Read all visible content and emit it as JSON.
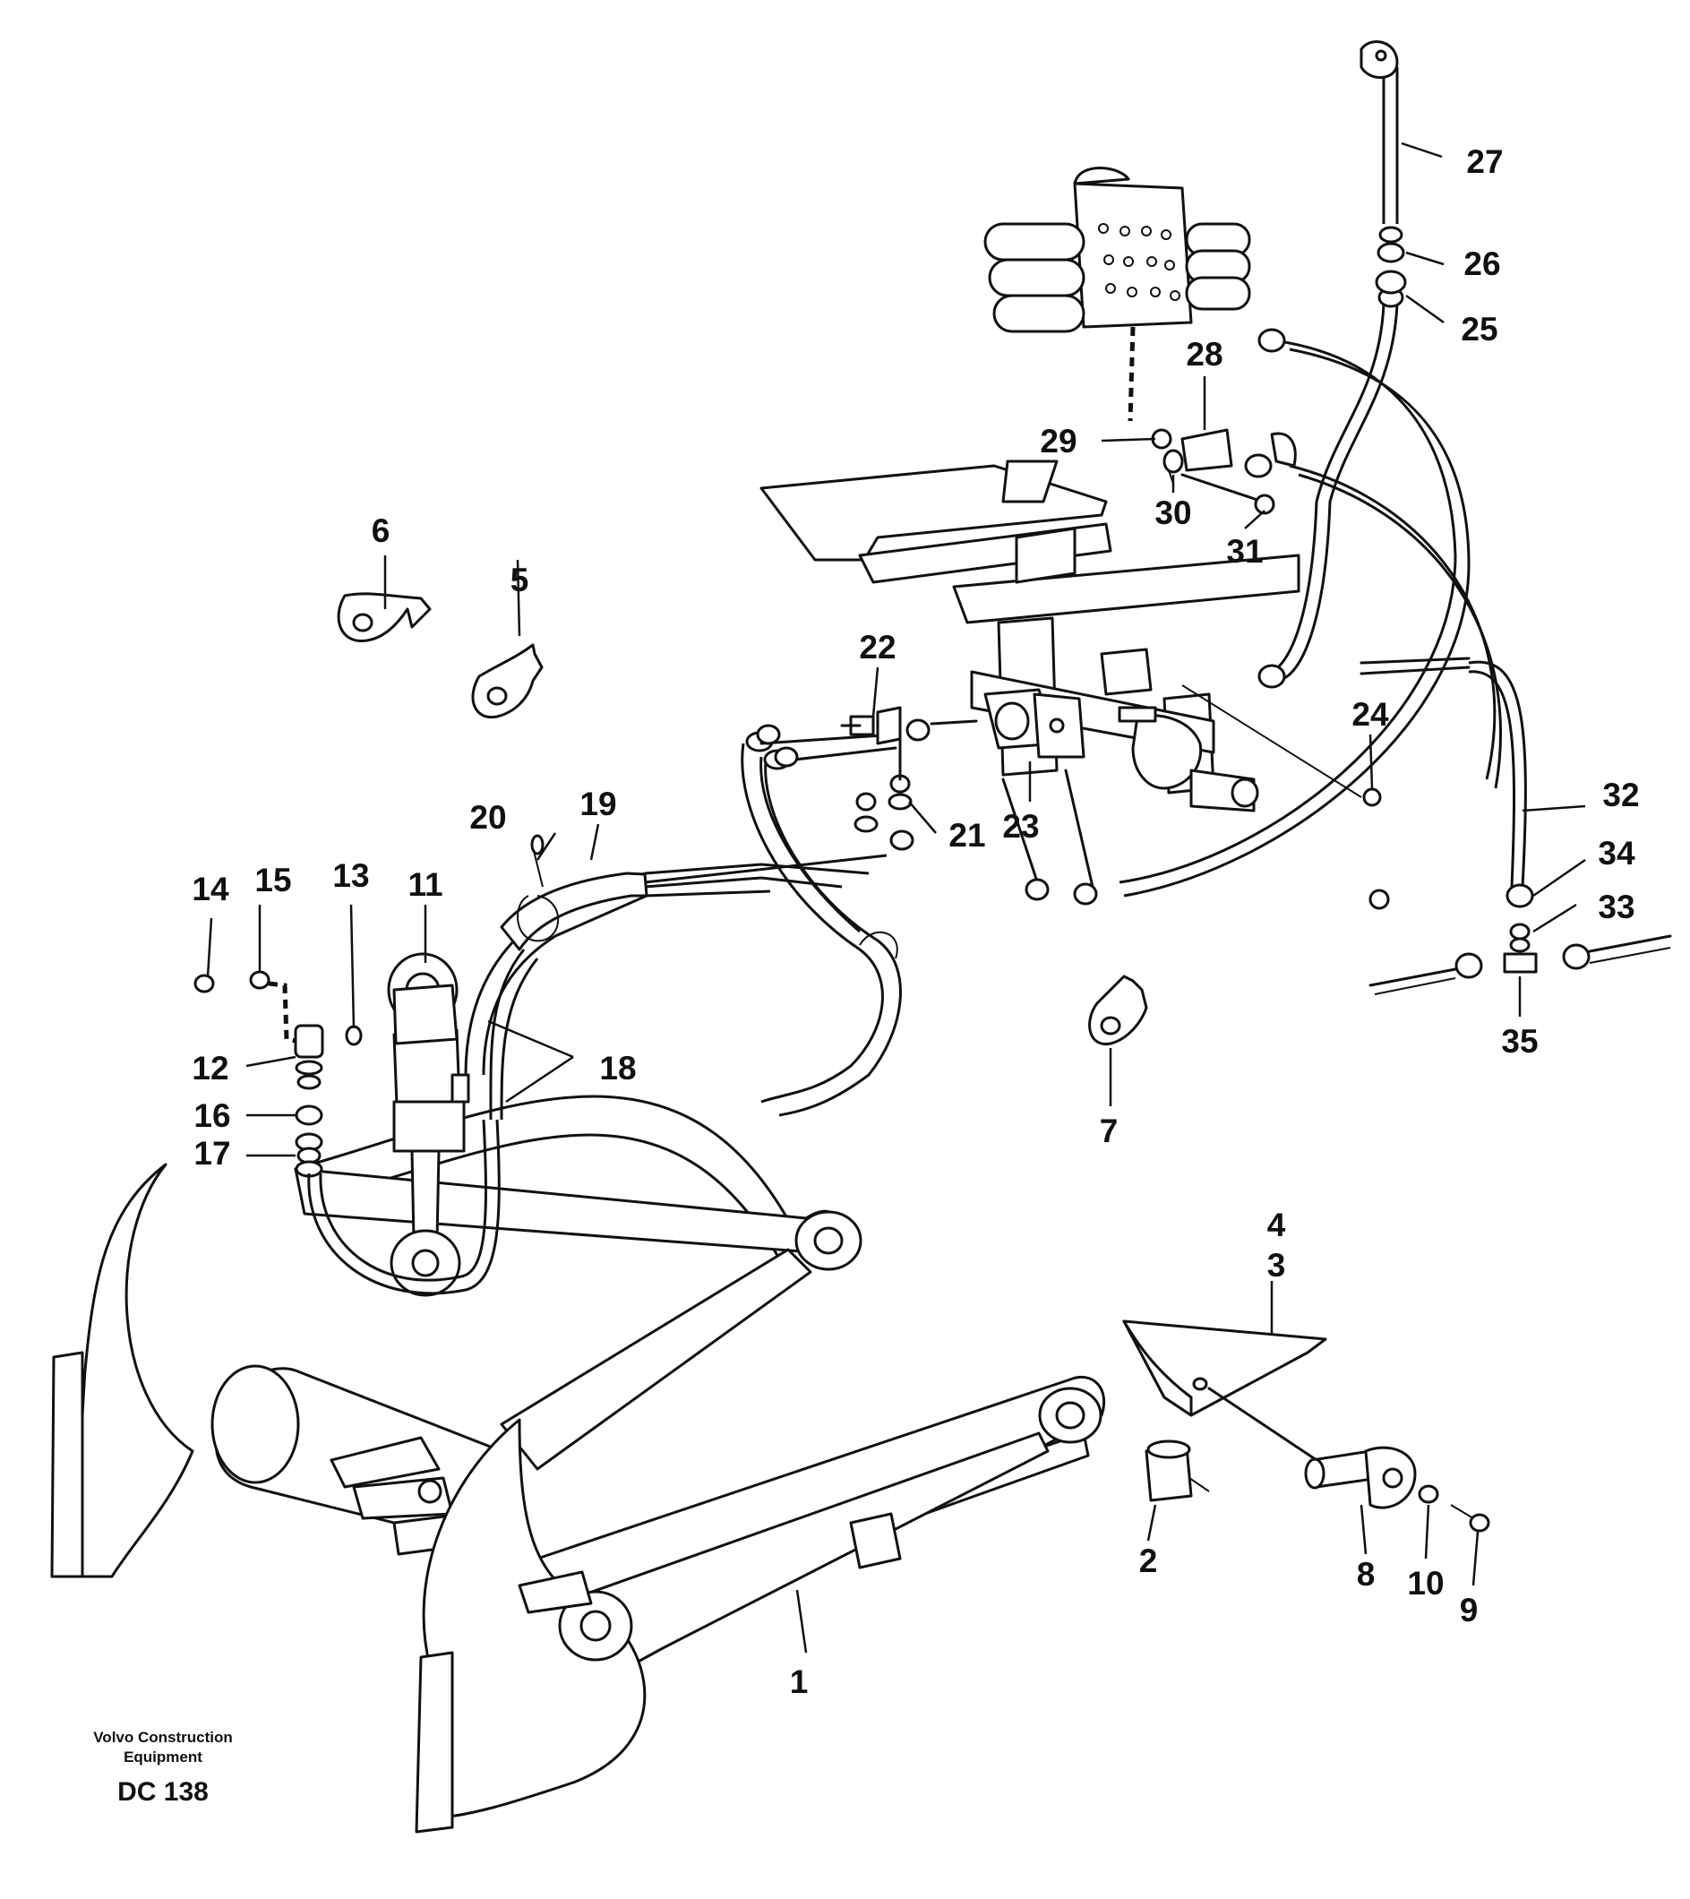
{
  "brand": {
    "line1": "Volvo Construction",
    "line2": "Equipment",
    "code": "DC 138"
  },
  "callouts": [
    {
      "id": "c1",
      "label": "1"
    },
    {
      "id": "c2",
      "label": "2"
    },
    {
      "id": "c3",
      "label": "3"
    },
    {
      "id": "c4",
      "label": "4"
    },
    {
      "id": "c5",
      "label": "5"
    },
    {
      "id": "c6",
      "label": "6"
    },
    {
      "id": "c7",
      "label": "7"
    },
    {
      "id": "c8",
      "label": "8"
    },
    {
      "id": "c9",
      "label": "9"
    },
    {
      "id": "c10",
      "label": "10"
    },
    {
      "id": "c11",
      "label": "11"
    },
    {
      "id": "c12",
      "label": "12"
    },
    {
      "id": "c13",
      "label": "13"
    },
    {
      "id": "c14",
      "label": "14"
    },
    {
      "id": "c15",
      "label": "15"
    },
    {
      "id": "c16",
      "label": "16"
    },
    {
      "id": "c17",
      "label": "17"
    },
    {
      "id": "c18",
      "label": "18"
    },
    {
      "id": "c19",
      "label": "19"
    },
    {
      "id": "c20",
      "label": "20"
    },
    {
      "id": "c21",
      "label": "21"
    },
    {
      "id": "c22",
      "label": "22"
    },
    {
      "id": "c23",
      "label": "23"
    },
    {
      "id": "c24",
      "label": "24"
    },
    {
      "id": "c25",
      "label": "25"
    },
    {
      "id": "c26",
      "label": "26"
    },
    {
      "id": "c27",
      "label": "27"
    },
    {
      "id": "c28",
      "label": "28"
    },
    {
      "id": "c29",
      "label": "29"
    },
    {
      "id": "c30",
      "label": "30"
    },
    {
      "id": "c31",
      "label": "31"
    },
    {
      "id": "c32",
      "label": "32"
    },
    {
      "id": "c33",
      "label": "33"
    },
    {
      "id": "c34",
      "label": "34"
    },
    {
      "id": "c35",
      "label": "35"
    }
  ]
}
